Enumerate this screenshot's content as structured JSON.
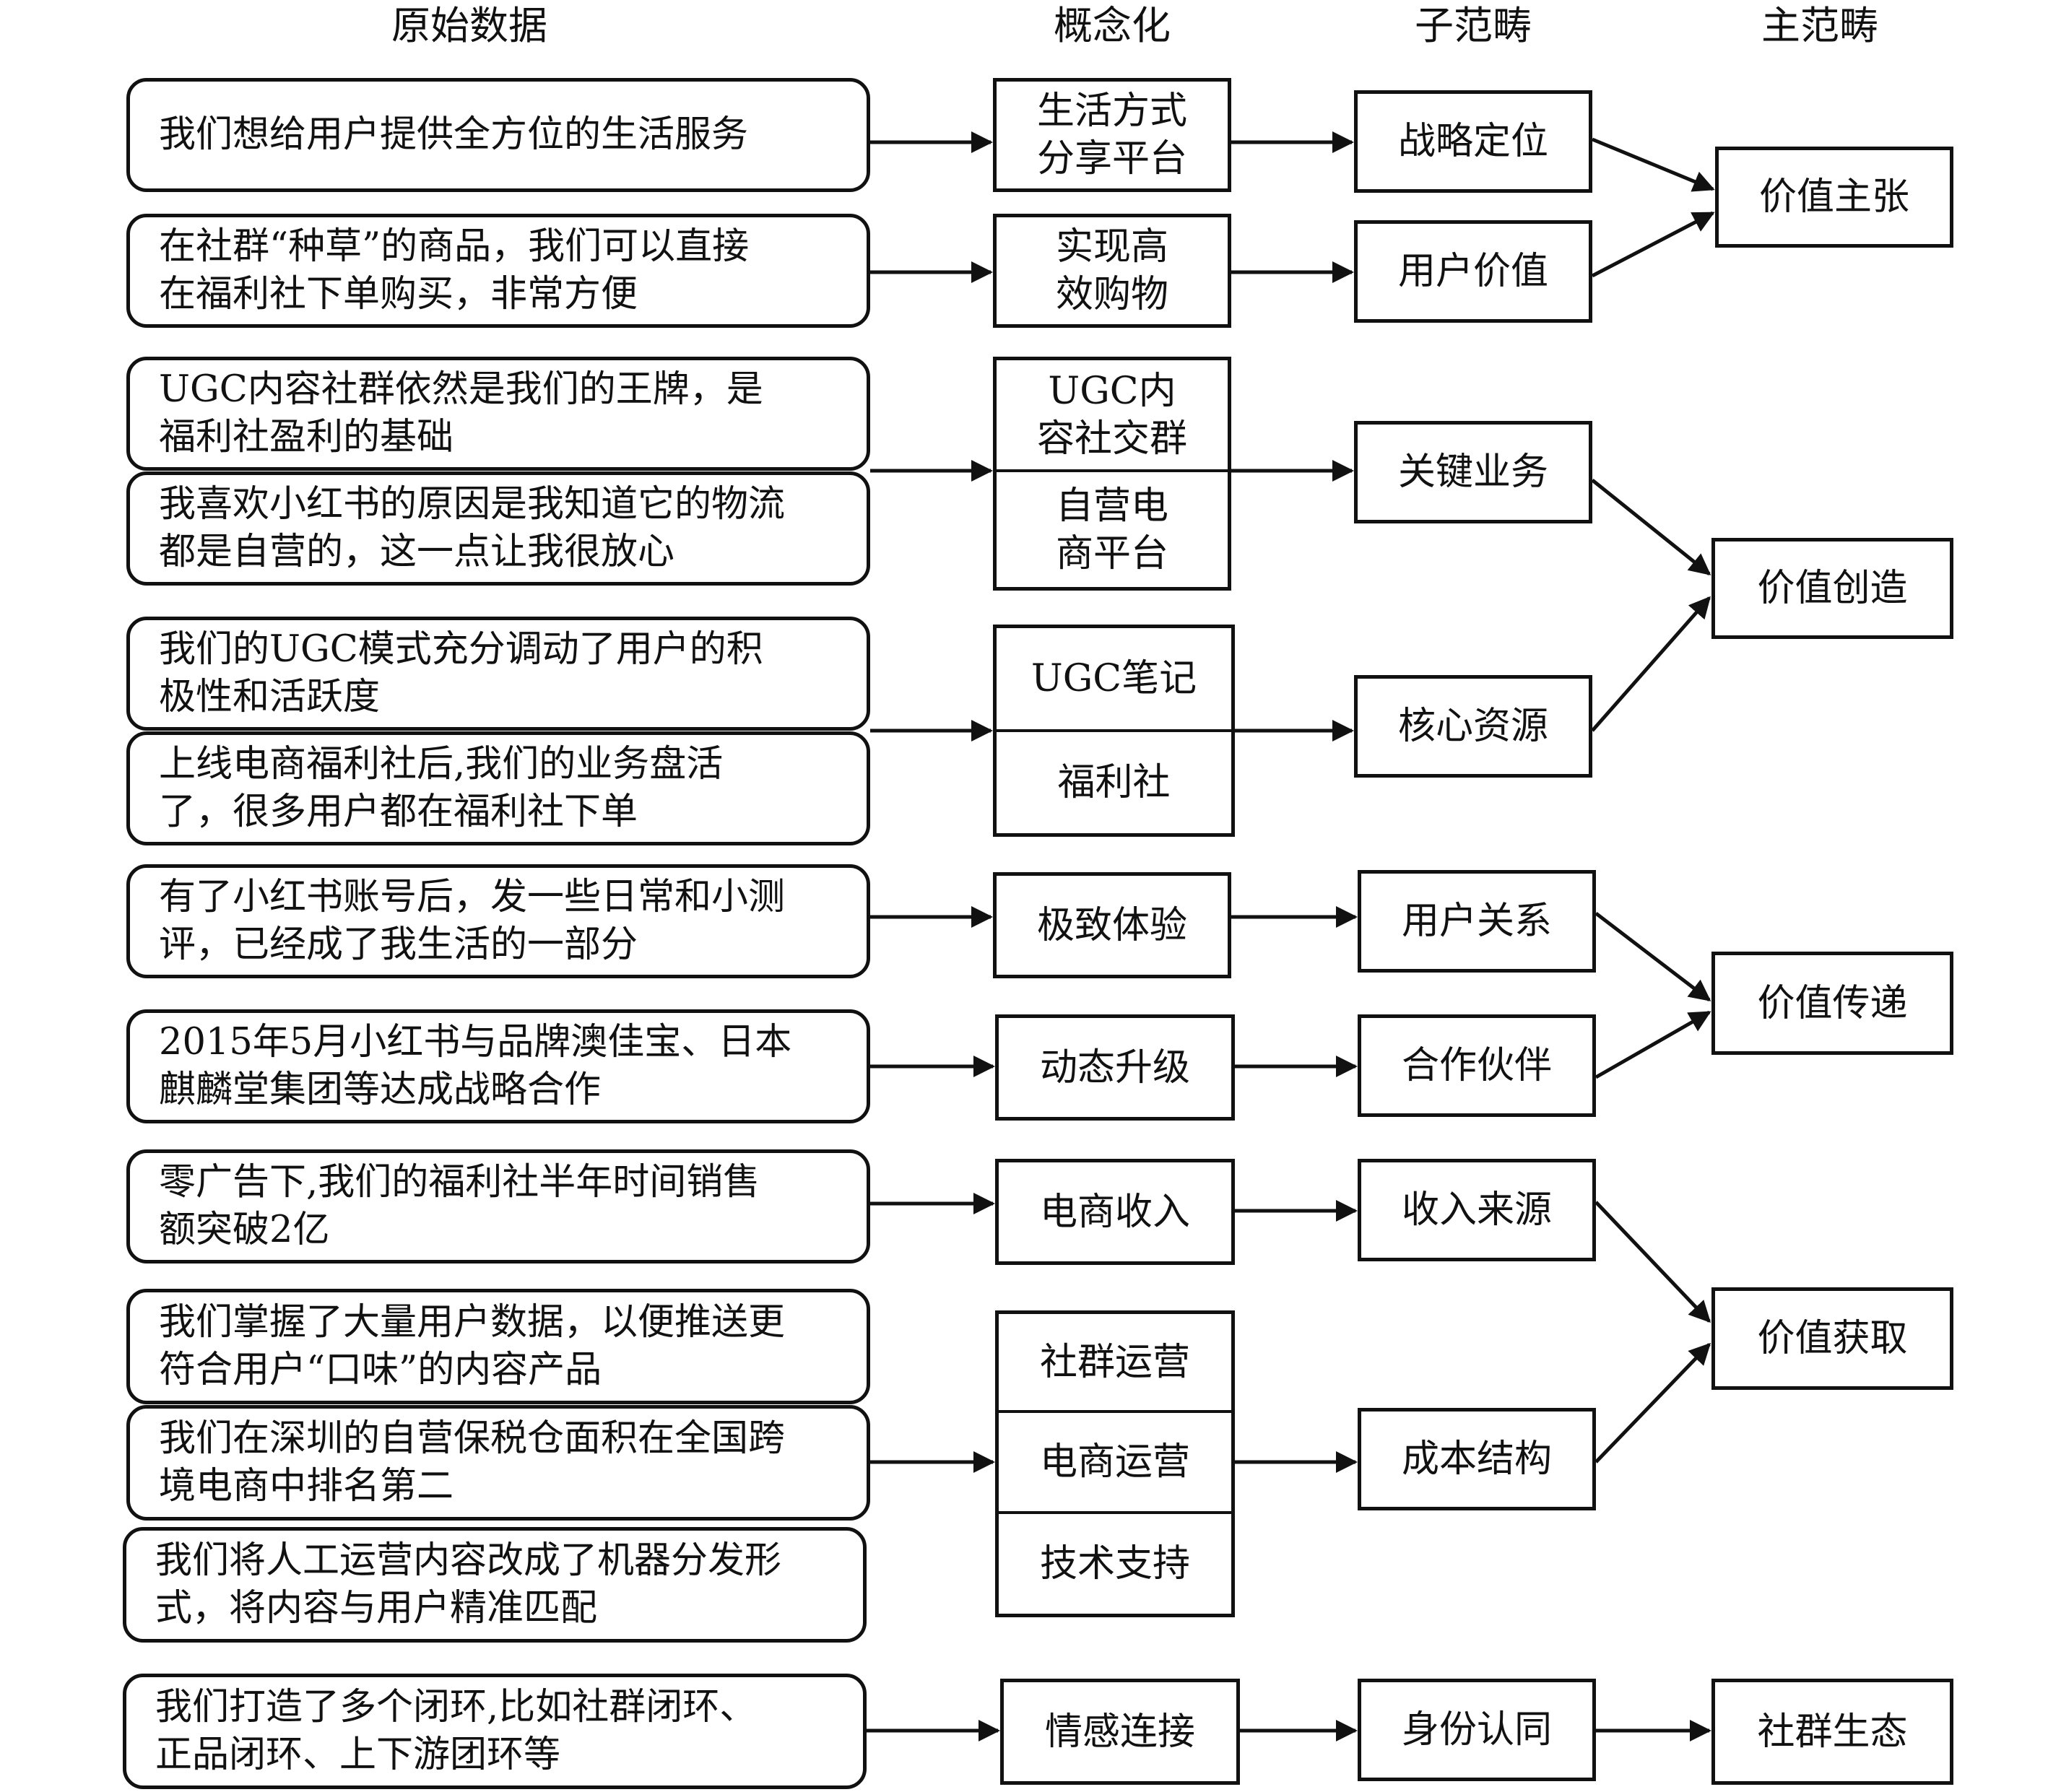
{
  "headers": {
    "raw": "原始数据",
    "concept": "概念化",
    "sub": "子范畴",
    "main": "主范畴"
  },
  "raw_data": [
    [
      "我们想给用户提供全方位的生活服务"
    ],
    [
      "在社群“种草”的商品，我们可以直接",
      "在福利社下单购买，非常方便"
    ],
    [
      "UGC内容社群依然是我们的王牌，是",
      "福利社盈利的基础"
    ],
    [
      "我喜欢小红书的原因是我知道它的物流",
      "都是自营的，这一点让我很放心"
    ],
    [
      "我们的UGC模式充分调动了用户的积",
      "极性和活跃度"
    ],
    [
      "上线电商福利社后,我们的业务盘活",
      "了，很多用户都在福利社下单"
    ],
    [
      "有了小红书账号后，发一些日常和小测",
      "评，已经成了我生活的一部分"
    ],
    [
      "2015年5月小红书与品牌澳佳宝、日本",
      "麒麟堂集团等达成战略合作"
    ],
    [
      "零广告下,我们的福利社半年时间销售",
      "额突破2亿"
    ],
    [
      "我们掌握了大量用户数据，以便推送更",
      "符合用户“口味”的内容产品"
    ],
    [
      "我们在深圳的自营保税仓面积在全国跨",
      "境电商中排名第二"
    ],
    [
      "我们将人工运营内容改成了机器分发形",
      "式，将内容与用户精准匹配"
    ],
    [
      "我们打造了多个闭环,比如社群闭环、",
      "正品闭环、上下游团环等"
    ]
  ],
  "concepts": [
    [
      "生活方式",
      "分享平台"
    ],
    [
      "实现高",
      "效购物"
    ],
    [
      "UGC内",
      "容社交群"
    ],
    [
      "自营电",
      "商平台"
    ],
    [
      "UGC笔记"
    ],
    [
      "福利社"
    ],
    [
      "极致体验"
    ],
    [
      "动态升级"
    ],
    [
      "电商收入"
    ],
    [
      "社群运营"
    ],
    [
      "电商运营"
    ],
    [
      "技术支持"
    ],
    [
      "情感连接"
    ]
  ],
  "sub_categories": [
    "战略定位",
    "用户价值",
    "关键业务",
    "核心资源",
    "用户关系",
    "合作伙伴",
    "收入来源",
    "成本结构",
    "身份认同"
  ],
  "main_categories": [
    "价值主张",
    "价值创造",
    "价值传递",
    "价值获取",
    "社群生态"
  ]
}
